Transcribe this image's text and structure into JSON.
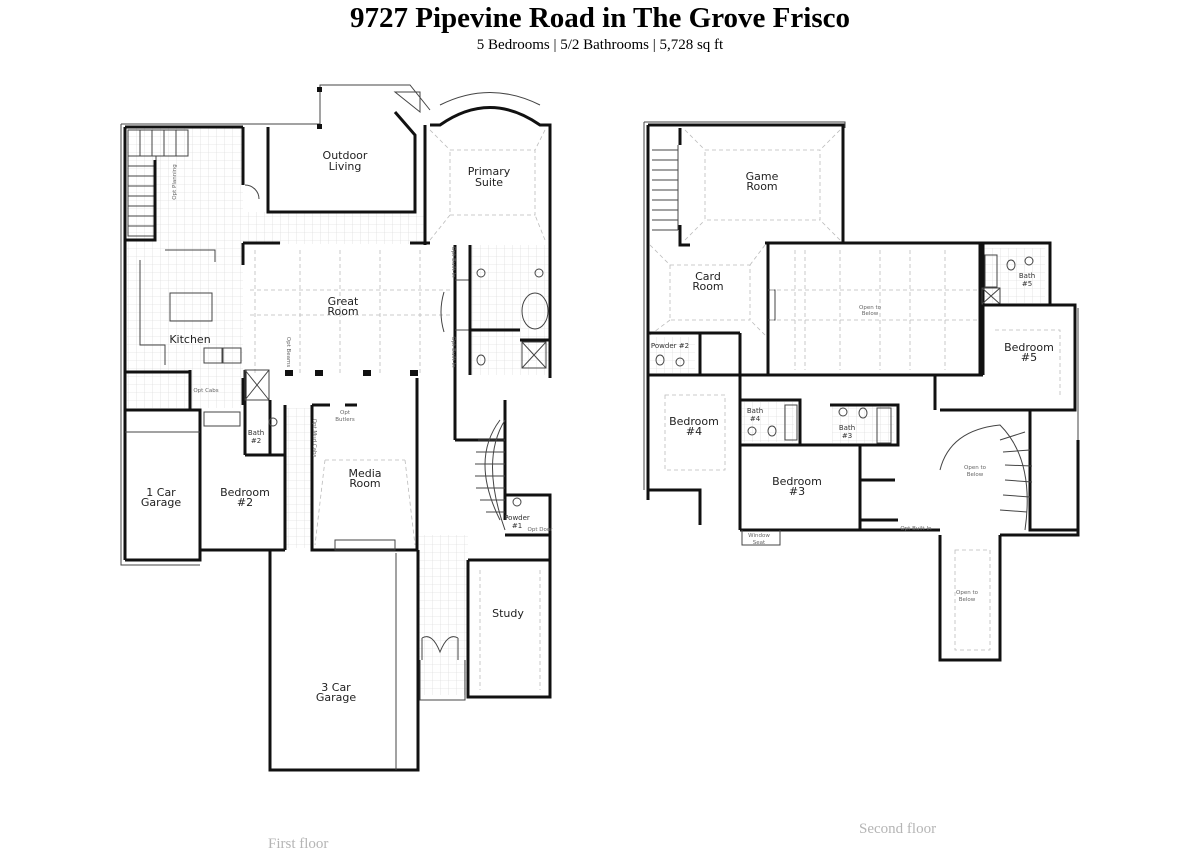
{
  "header": {
    "title": "9727 Pipevine Road in The Grove Frisco",
    "subtitle": "5 Bedrooms | 5/2 Bathrooms | 5,728 sq ft"
  },
  "first_floor": {
    "caption": "First floor",
    "rooms": {
      "outdoor_living": [
        "Outdoor",
        "Living"
      ],
      "primary_suite": [
        "Primary",
        "Suite"
      ],
      "great_room": [
        "Great",
        "Room"
      ],
      "kitchen": "Kitchen",
      "bath2": [
        "Bath",
        "#2"
      ],
      "one_car_garage": [
        "1 Car",
        "Garage"
      ],
      "bedroom2": [
        "Bedroom",
        "#2"
      ],
      "media_room": [
        "Media",
        "Room"
      ],
      "powder1": [
        "Powder",
        "#1"
      ],
      "study": "Study",
      "three_car_garage": [
        "3 Car",
        "Garage"
      ]
    },
    "notes": {
      "opt_planning": "Opt Planning",
      "opt_cabs": "Opt Cabs",
      "opt_beams": "Opt Beams",
      "opt_built_in_1": "Opt Built-In",
      "opt_built_in_2": "Opt Built-In",
      "opt_butlers": [
        "Opt",
        "Butlers"
      ],
      "opt_mud_cabs": "Opt Mud Cabs",
      "opt_door": "Opt Door"
    }
  },
  "second_floor": {
    "caption": "Second floor",
    "rooms": {
      "game_room": [
        "Game",
        "Room"
      ],
      "card_room": [
        "Card",
        "Room"
      ],
      "open_to_below_1": [
        "Open to",
        "Below"
      ],
      "bath5": [
        "Bath",
        "#5"
      ],
      "bedroom5": [
        "Bedroom",
        "#5"
      ],
      "powder2": "Powder #2",
      "bedroom4": [
        "Bedroom",
        "#4"
      ],
      "bath4": [
        "Bath",
        "#4"
      ],
      "bath3": [
        "Bath",
        "#3"
      ],
      "bedroom3": [
        "Bedroom",
        "#3"
      ],
      "open_to_below_2": [
        "Open to",
        "Below"
      ],
      "open_to_below_3": [
        "Open to",
        "Below"
      ]
    },
    "notes": {
      "window_seat": [
        "Window",
        "Seat"
      ],
      "opt_built_in": "Opt Built-In"
    }
  }
}
